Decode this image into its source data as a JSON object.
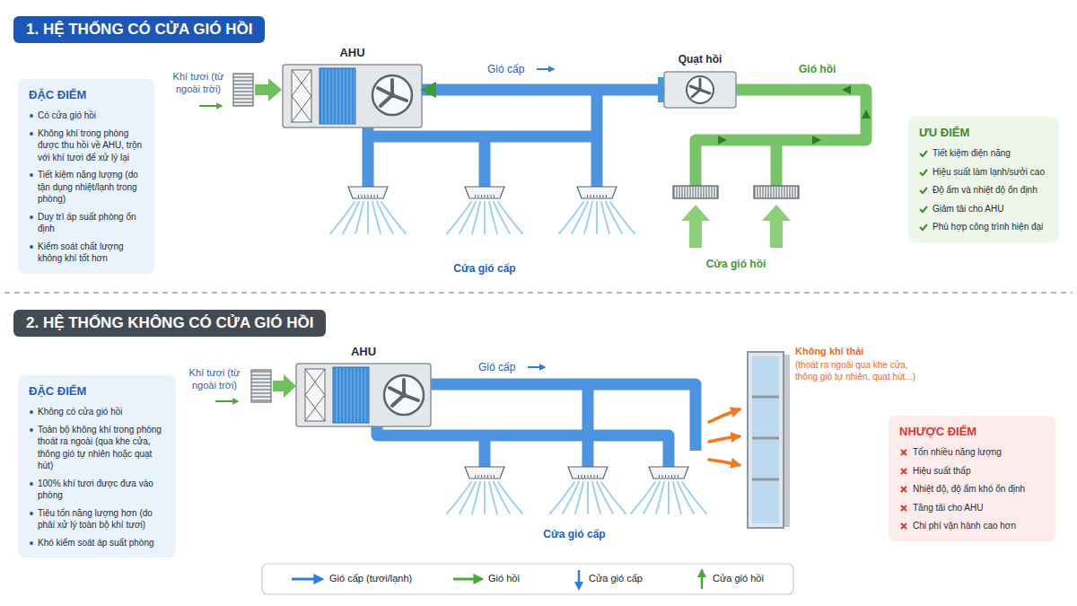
{
  "diagram": {
    "nodes": [
      {
        "text": [
          "1. HỆ THỐNG CÓ CỬA GIÓ HỒI"
        ]
      },
      {
        "text": [
          "ĐẶC ĐIỂM",
          "Có cửa gió hồi",
          "Không khí trong phòng được thu hồi về AHU, trộn với khí tươi để xử lý lại",
          "Tiết kiệm năng lượng (do tận dụng nhiệt/lạnh trong phòng)",
          "Duy trì áp suất phòng ổn định",
          "Kiểm soát chất lượng không khí tốt hơn"
        ]
      },
      {
        "text": [
          "AHU"
        ]
      },
      {
        "text": [
          "Quạt hồi"
        ]
      },
      {
        "text": [
          "ƯU ĐIỂM",
          "Tiết kiệm điện năng",
          "Hiệu suất làm lạnh/sưởi cao",
          "Độ ẩm và nhiệt độ ổn định",
          "Giảm tải cho AHU",
          "Phù hợp công trình hiện đại"
        ]
      },
      {
        "text": [
          "2. HỆ THỐNG KHÔNG CÓ CỬA GIÓ HỒI"
        ]
      },
      {
        "text": [
          "ĐẶC ĐIỂM",
          "Không có cửa gió hồi",
          "Toàn bộ không khí trong phòng thoát ra ngoài (qua khe cửa, thông gió tự nhiên hoặc quạt hút)",
          "100% khí tươi được đưa vào phòng",
          "Tiêu tốn năng lượng hơn (do phải xử lý toàn bộ khí tươi)",
          "Khó kiểm soát áp suất phòng"
        ]
      },
      {
        "text": [
          "AHU"
        ]
      },
      {
        "text": [
          "NHƯỢC ĐIỂM",
          "Tốn nhiều năng lượng",
          "Hiệu suất thấp",
          "Nhiệt độ, độ ẩm khó ổn định",
          "Tăng tải cho AHU",
          "Chi phí vận hành cao hơn"
        ]
      }
    ],
    "edges": [
      {
        "from": 3,
        "to": 2,
        "arrow": "to"
      }
    ],
    "labels": [
      "Khí tươi (từ ngoài trời)",
      "Gió cấp",
      "Gió hồi",
      "Cửa gió cấp",
      "Cửa gió hồi",
      "Khí tươi (từ ngoài trời)",
      "Gió cấp",
      "Không khí thải",
      "(thoát ra ngoài qua khe cửa, thông gió tự nhiên, quạt hút...)",
      "Cửa gió cấp"
    ],
    "legend": [
      {
        "text": "Gió cấp (tươi/lạnh)"
      },
      {
        "text": "Gió hồi"
      },
      {
        "text": "Cửa gió cấp"
      },
      {
        "text": "Cửa gió hồi"
      }
    ]
  }
}
